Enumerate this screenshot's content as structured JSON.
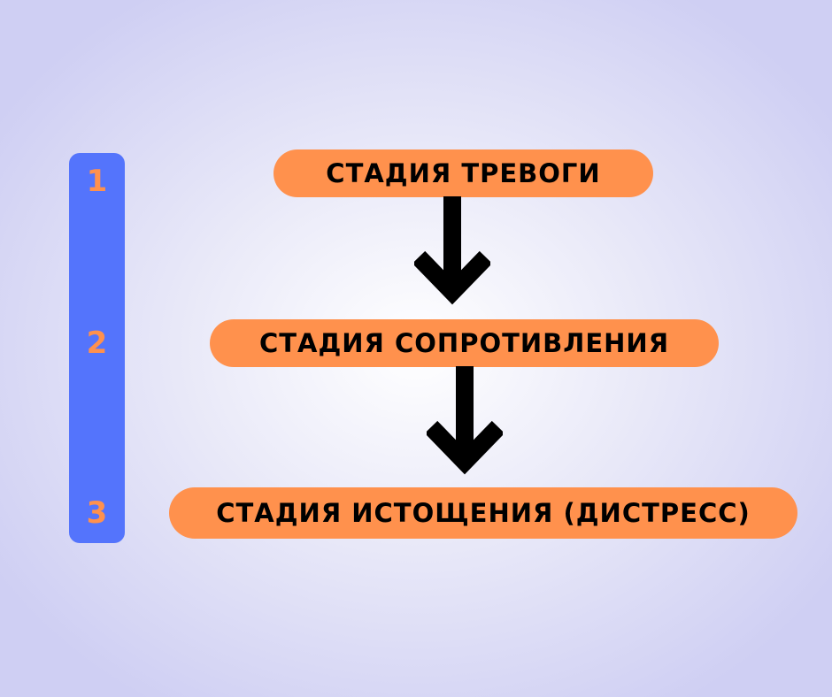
{
  "colors": {
    "bar": "#5474fc",
    "pill": "#ff914d",
    "number": "#ff914d",
    "text": "#000000",
    "arrow": "#000000"
  },
  "scale": {
    "numbers": [
      "1",
      "2",
      "3"
    ]
  },
  "stages": [
    {
      "label": "СТАДИЯ ТРЕВОГИ"
    },
    {
      "label": "СТАДИЯ СОПРОТИВЛЕНИЯ"
    },
    {
      "label": "СТАДИЯ ИСТОЩЕНИЯ (ДИСТРЕСС)"
    }
  ],
  "arrows": [
    {
      "from": "СТАДИЯ ТРЕВОГИ",
      "to": "СТАДИЯ СОПРОТИВЛЕНИЯ",
      "icon": "arrow-down-icon"
    },
    {
      "from": "СТАДИЯ СОПРОТИВЛЕНИЯ",
      "to": "СТАДИЯ ИСТОЩЕНИЯ (ДИСТРЕСС)",
      "icon": "arrow-down-icon"
    }
  ]
}
